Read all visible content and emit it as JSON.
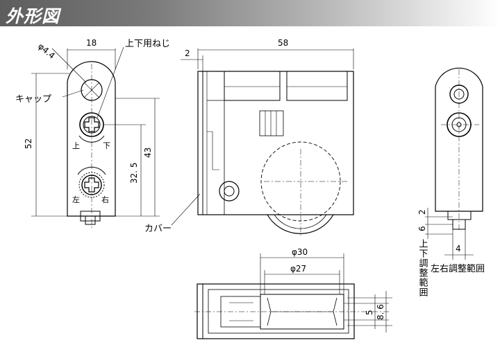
{
  "title": "外形図",
  "labels": {
    "screw": "上下用ねじ",
    "cap": "キャップ",
    "cover": "カバー",
    "up": "上",
    "down": "下",
    "left": "左",
    "right": "右",
    "vertical_range": "上下調整範囲",
    "horizontal_range": "左右調整範囲"
  },
  "dimensions": {
    "side_width": "18",
    "hole_dia": "φ4.4",
    "height_total": "52",
    "height_43": "43",
    "height_32_5": "32. 5",
    "front_width": "58",
    "cover_thickness": "2",
    "wheel_outer": "φ30",
    "wheel_inner": "φ27",
    "wheel_width_5": "5",
    "wheel_width_8_6": "8. 6",
    "range_v_2": "2",
    "range_v_6": "6",
    "range_h_4": "4"
  },
  "colors": {
    "line": "#000000",
    "title_dark": "#5d5d5d",
    "title_text": "#ffffff"
  }
}
